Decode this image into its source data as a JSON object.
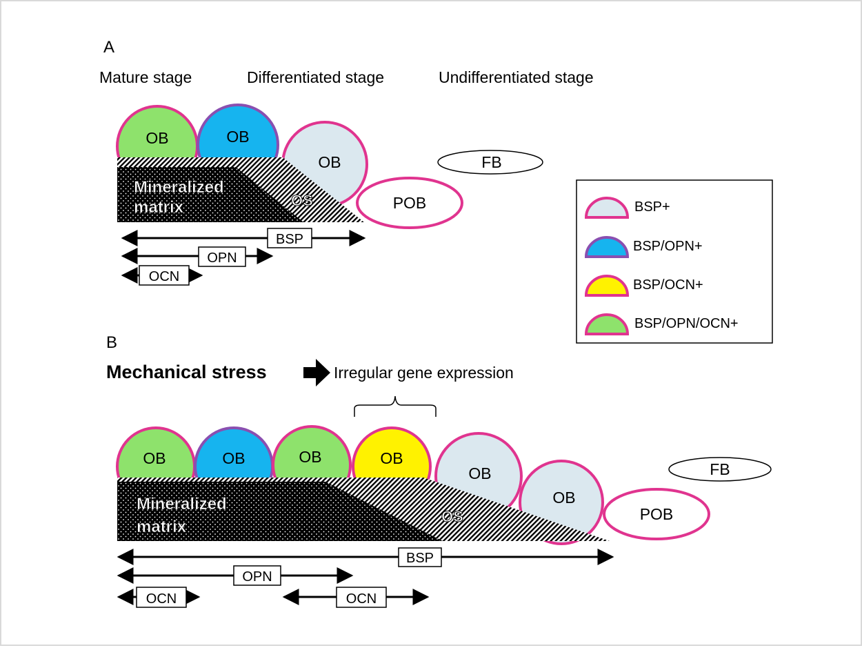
{
  "colors": {
    "border": "#e0348f",
    "border_purple": "#8a4fb0",
    "bsp": "#dbe8ef",
    "bsp_opn": "#16b4ef",
    "bsp_ocn": "#fff200",
    "bsp_opn_ocn": "#8ee26c",
    "matrix": "#000000",
    "osteoid_stripe": "#000000"
  },
  "panel_a": {
    "label": "A",
    "stages": {
      "mature": "Mature stage",
      "differentiated": "Differentiated stage",
      "undifferentiated": "Undifferentiated stage"
    },
    "cells": [
      "OB",
      "OB",
      "OB"
    ],
    "fb": "FB",
    "pob": "POB",
    "matrix_line1": "Mineralized",
    "matrix_line2": "matrix",
    "osteoid": "OS",
    "markers": {
      "bsp": "BSP",
      "opn": "OPN",
      "ocn": "OCN"
    }
  },
  "legend": {
    "items": [
      "BSP+",
      "BSP/OPN+",
      "BSP/OCN+",
      "BSP/OPN/OCN+"
    ]
  },
  "panel_b": {
    "label": "B",
    "stress": "Mechanical stress",
    "irregular": "Irregular  gene expression",
    "cells": [
      "OB",
      "OB",
      "OB",
      "OB",
      "OB",
      "OB"
    ],
    "fb": "FB",
    "pob": "POB",
    "matrix_line1": "Mineralized",
    "matrix_line2": "matrix",
    "osteoid": "OS",
    "markers": {
      "bsp": "BSP",
      "opn": "OPN",
      "ocn1": "OCN",
      "ocn2": "OCN"
    }
  }
}
